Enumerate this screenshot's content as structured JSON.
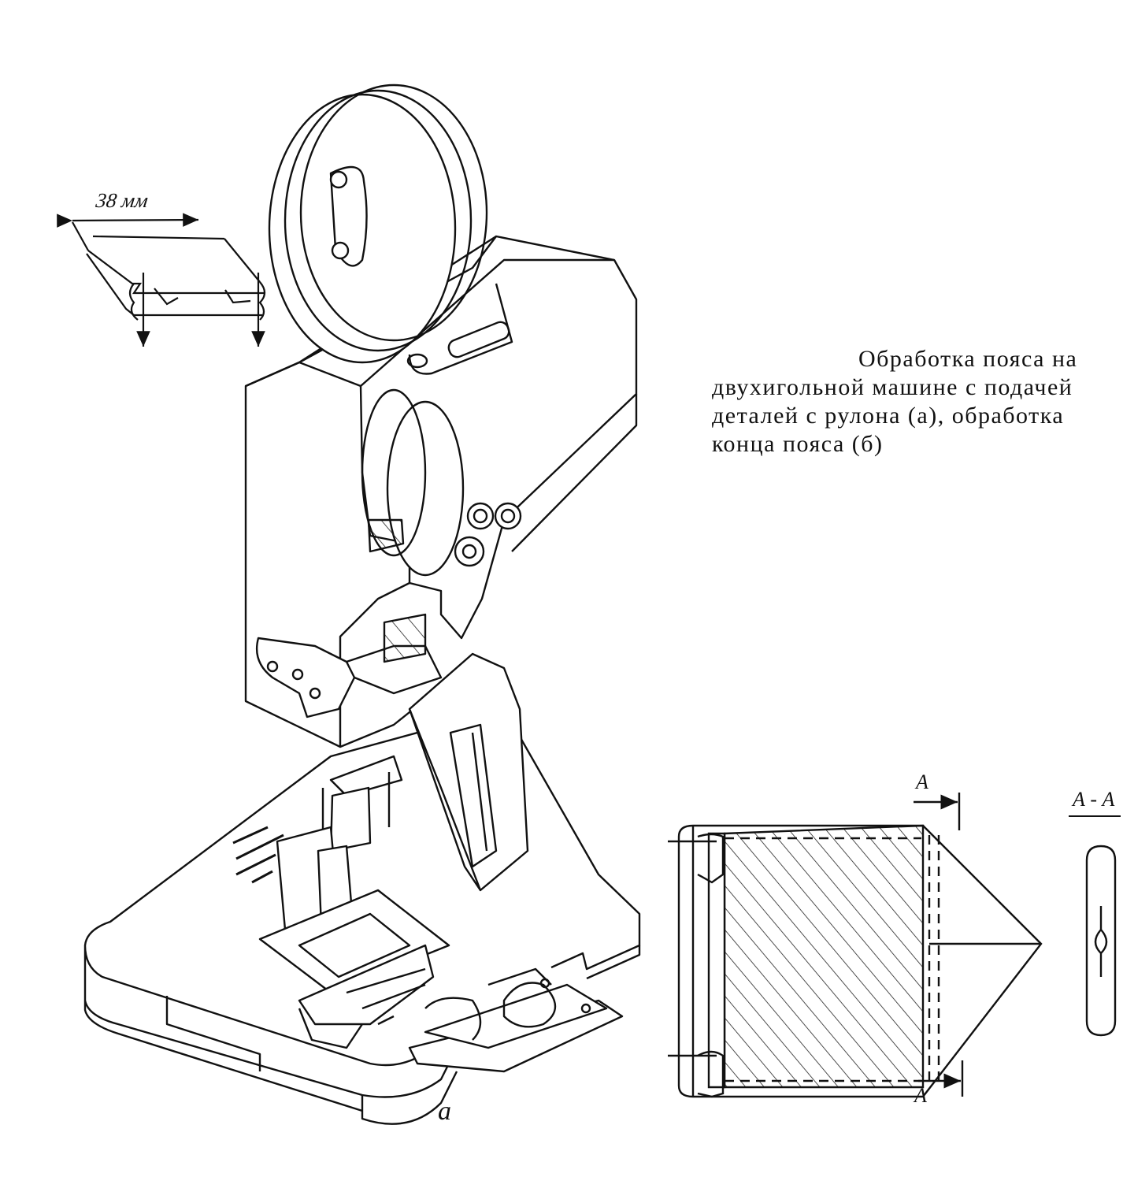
{
  "caption": {
    "lines": [
      "Обработка пояса на",
      "двухигольной машине с подачей",
      "деталей с рулона (а), обработка",
      "конца пояса (б)"
    ]
  },
  "labels": {
    "width_dimension": "38 мм",
    "subfigure_a": "а",
    "section_top": "А",
    "section_bottom": "А",
    "section_view": "А - А"
  }
}
